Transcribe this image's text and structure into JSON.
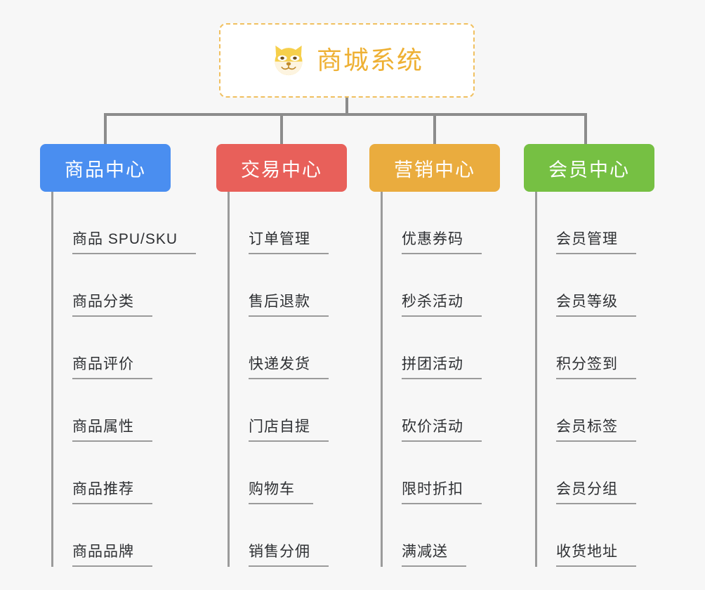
{
  "root": {
    "title": "商城系统",
    "icon": "shiba-dog-icon",
    "border_color": "#f0c060",
    "text_color": "#eeb033",
    "background": "#ffffff"
  },
  "page": {
    "background": "#f7f7f7",
    "connector_color": "#8c8c8c"
  },
  "categories": [
    {
      "label": "商品中心",
      "color": "#4a8ef0",
      "children": [
        "商品 SPU/SKU",
        "商品分类",
        "商品评价",
        "商品属性",
        "商品推荐",
        "商品品牌"
      ]
    },
    {
      "label": "交易中心",
      "color": "#e8605a",
      "children": [
        "订单管理",
        "售后退款",
        "快递发货",
        "门店自提",
        "购物车",
        "销售分佣"
      ]
    },
    {
      "label": "营销中心",
      "color": "#eaac3e",
      "children": [
        "优惠券码",
        "秒杀活动",
        "拼团活动",
        "砍价活动",
        "限时折扣",
        "满减送"
      ]
    },
    {
      "label": "会员中心",
      "color": "#76c043",
      "children": [
        "会员管理",
        "会员等级",
        "积分签到",
        "会员标签",
        "会员分组",
        "收货地址"
      ]
    }
  ]
}
